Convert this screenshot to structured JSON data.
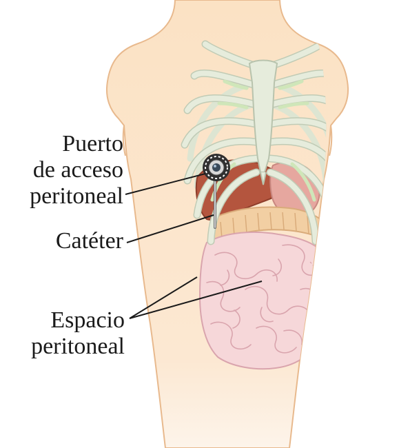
{
  "labels": {
    "port": [
      "Puerto",
      "de acceso",
      "peritoneal"
    ],
    "catheter": "Catéter",
    "peritoneal_space": [
      "Espacio",
      "peritoneal"
    ]
  },
  "colors": {
    "skin": "#fbe3c6",
    "skin_outline": "#e8b98d",
    "rib": "#e6ecdc",
    "rib_outline": "#c0cbb5",
    "cartilage": "#d9ecc7",
    "liver": "#b4553e",
    "stomach": "#e6a79f",
    "colon": "#f2cfa3",
    "intestine": "#f6d7d9",
    "intestine_outline": "#d9a4ad",
    "leader_line": "#1a1a1a"
  }
}
